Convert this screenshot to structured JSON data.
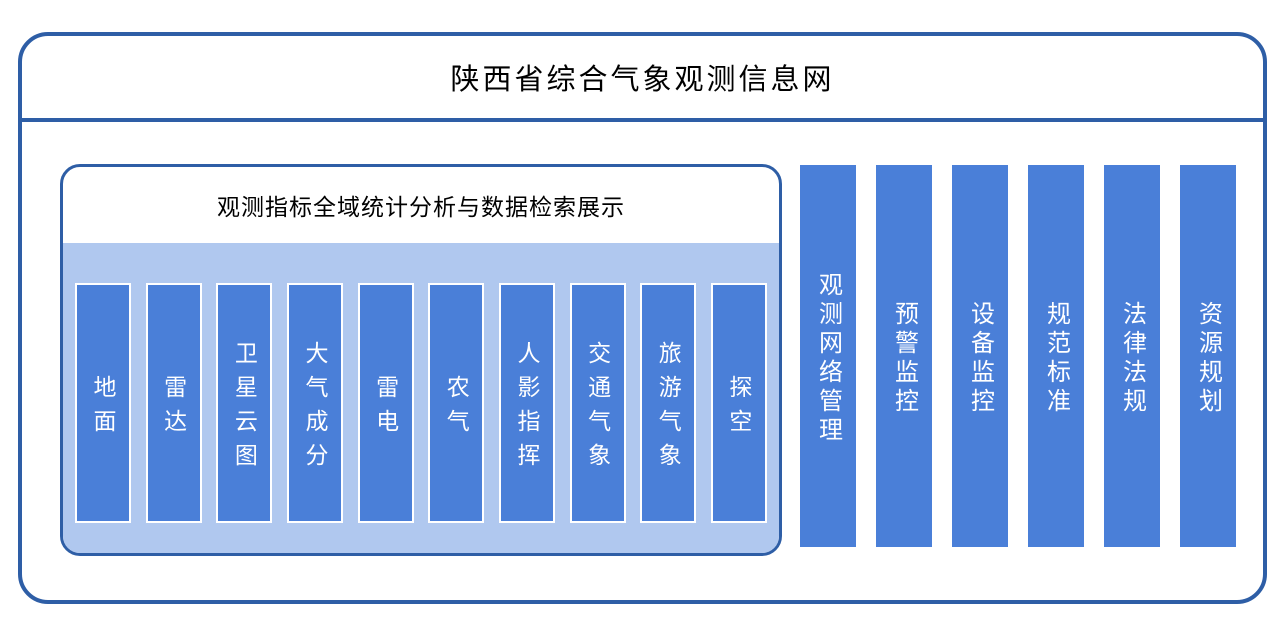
{
  "title": "陕西省综合气象观测信息网",
  "panel": {
    "title": "观测指标全域统计分析与数据检索展示",
    "items": [
      {
        "label": "地面"
      },
      {
        "label": "雷达"
      },
      {
        "label": "卫星云图"
      },
      {
        "label": "大气成分"
      },
      {
        "label": "雷电"
      },
      {
        "label": "农气"
      },
      {
        "label": "人影指挥"
      },
      {
        "label": "交通气象"
      },
      {
        "label": "旅游气象"
      },
      {
        "label": "探空"
      }
    ]
  },
  "right_columns": [
    {
      "label": "观测网络管理"
    },
    {
      "label": "预警监控"
    },
    {
      "label": "设备监控"
    },
    {
      "label": "规范标准"
    },
    {
      "label": "法律法规"
    },
    {
      "label": "资源规划"
    }
  ],
  "colors": {
    "frame-border": "#2E5EA6",
    "bar-fill": "#4A7FD8",
    "panel-bg": "#B0C8EF",
    "bar-text": "#FFFFFF",
    "title-text": "#000000"
  }
}
